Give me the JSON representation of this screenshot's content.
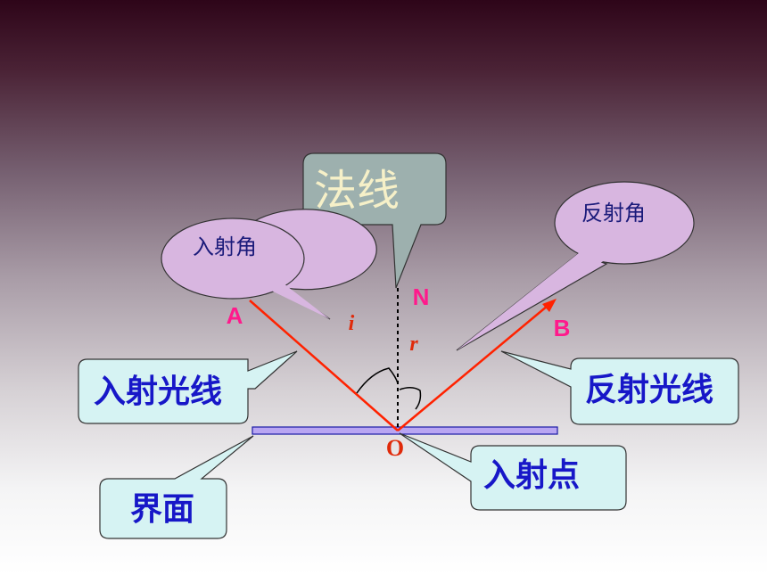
{
  "callouts": {
    "normal": "法线",
    "incident_angle": "入射角",
    "reflection_angle": "反射角",
    "incident_ray": "入射光线",
    "reflected_ray": "反射光线",
    "interface": "界面",
    "incident_point": "入射点"
  },
  "points": {
    "A": "A",
    "B": "B",
    "N": "N",
    "O": "O"
  },
  "angles": {
    "i": "i",
    "r": "r"
  },
  "colors": {
    "ray": "#ff2200",
    "point_label": "#ff1a8c",
    "angle_label": "#e02a0a",
    "surface_fill": "#b9a6f2",
    "surface_stroke": "#1a1aa6",
    "box_fill": "#d6f3f3",
    "normal_callout_fill": "#9db0ae",
    "bubble_fill": "#d8b6e0",
    "box_text": "#1717c8"
  }
}
